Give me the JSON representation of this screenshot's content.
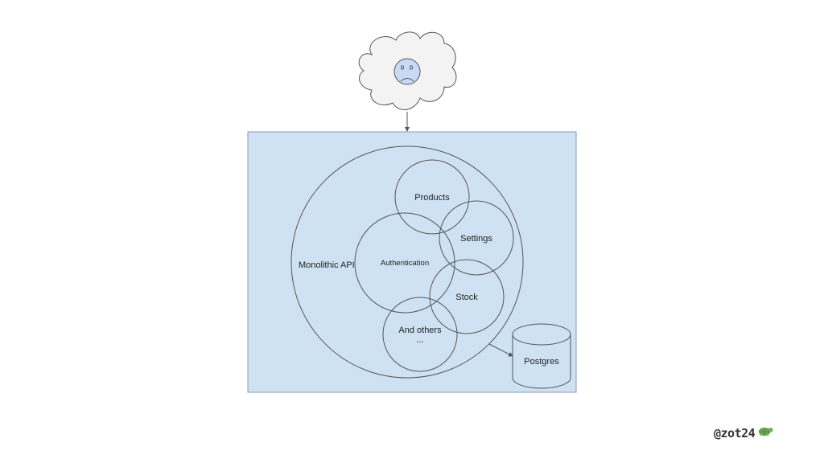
{
  "diagram": {
    "labels": {
      "monolith": "Monolithic API",
      "products": "Products",
      "settings": "Settings",
      "authentication": "Authentication",
      "stock": "Stock",
      "others_line1": "And others",
      "others_line2": "...",
      "postgres": "Postgres"
    },
    "colors": {
      "container_fill": "#cfe2f3",
      "container_stroke": "#8a9bb0",
      "cloud_fill": "#f3f3f3",
      "face_fill": "#c9daf8",
      "line": "#555555"
    },
    "icons": {
      "client": "cloud-icon",
      "mood": "sad-face-icon",
      "database": "cylinder-icon",
      "mascot": "turtle-icon"
    }
  },
  "watermark": {
    "handle": "@zot24"
  }
}
